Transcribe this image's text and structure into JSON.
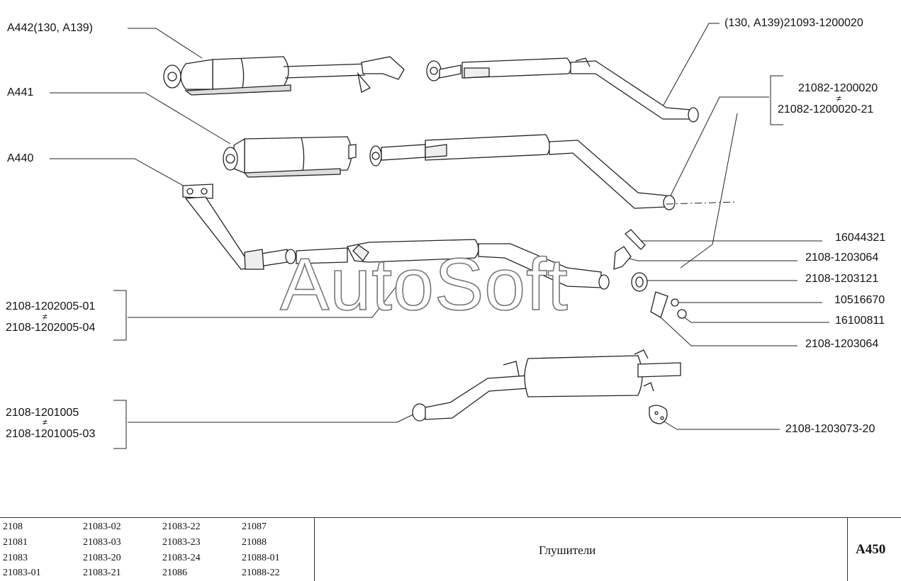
{
  "labels": {
    "a442": "А442(130, А139)",
    "a441": "А441",
    "a440": "А440",
    "top_right": "(130, А139)21093-1200020",
    "alt_muffler_a": "21082-1200020",
    "alt_muffler_b": "21082-1200020-21",
    "bolt": "16044321",
    "clamp_upper": "2108-1203064",
    "gasket": "2108-1203121",
    "washer": "10516670",
    "nut": "16100811",
    "clamp_lower": "2108-1203064",
    "resonator_a": "2108-1202005-01",
    "resonator_b": "2108-1202005-04",
    "muffler_a": "2108-1201005",
    "muffler_b": "2108-1201005-03",
    "cushion": "2108-1203073-20",
    "not_equal": "≠"
  },
  "watermark": "AutoSoft",
  "footer": {
    "models": [
      [
        "2108",
        "21081",
        "21083",
        "21083-01"
      ],
      [
        "21083-02",
        "21083-03",
        "21083-20",
        "21083-21"
      ],
      [
        "21083-22",
        "21083-23",
        "21083-24",
        "21086"
      ],
      [
        "21087",
        "21088",
        "21088-01",
        "21088-22"
      ]
    ],
    "caption": "Глушители",
    "page_code": "А450"
  }
}
